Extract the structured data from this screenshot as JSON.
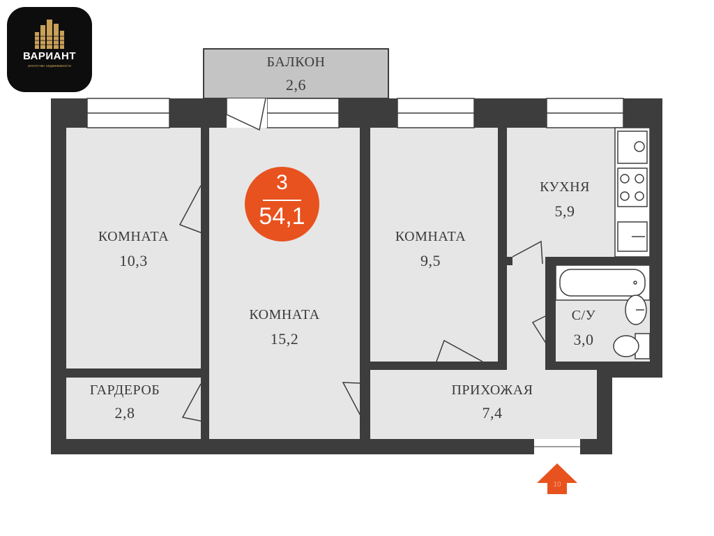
{
  "logo": {
    "name": "ВАРИАНТ",
    "tagline": "агентство недвижимости"
  },
  "badge": {
    "rooms": "3",
    "total_area": "54,1"
  },
  "rooms": {
    "balcony": {
      "name": "БАЛКОН",
      "area": "2,6"
    },
    "room_left": {
      "name": "КОМНАТА",
      "area": "10,3"
    },
    "room_center": {
      "name": "КОМНАТА",
      "area": "15,2"
    },
    "room_right": {
      "name": "КОМНАТА",
      "area": "9,5"
    },
    "kitchen": {
      "name": "КУХНЯ",
      "area": "5,9"
    },
    "bathroom": {
      "name": "С/У",
      "area": "3,0"
    },
    "wardrobe": {
      "name": "ГАРДЕРОБ",
      "area": "2,8"
    },
    "hallway": {
      "name": "ПРИХОЖАЯ",
      "area": "7,4"
    }
  },
  "colors": {
    "wall": "#3d3d3d",
    "floor": "#e6e6e6",
    "balcony": "#c4c4c4",
    "accent": "#e8521e",
    "logo_bg": "#0d0d0d",
    "logo_gold": "#c8a058"
  },
  "icons": {
    "entrance": "entrance-arrow-icon",
    "logo": "buildings-logo-icon"
  }
}
